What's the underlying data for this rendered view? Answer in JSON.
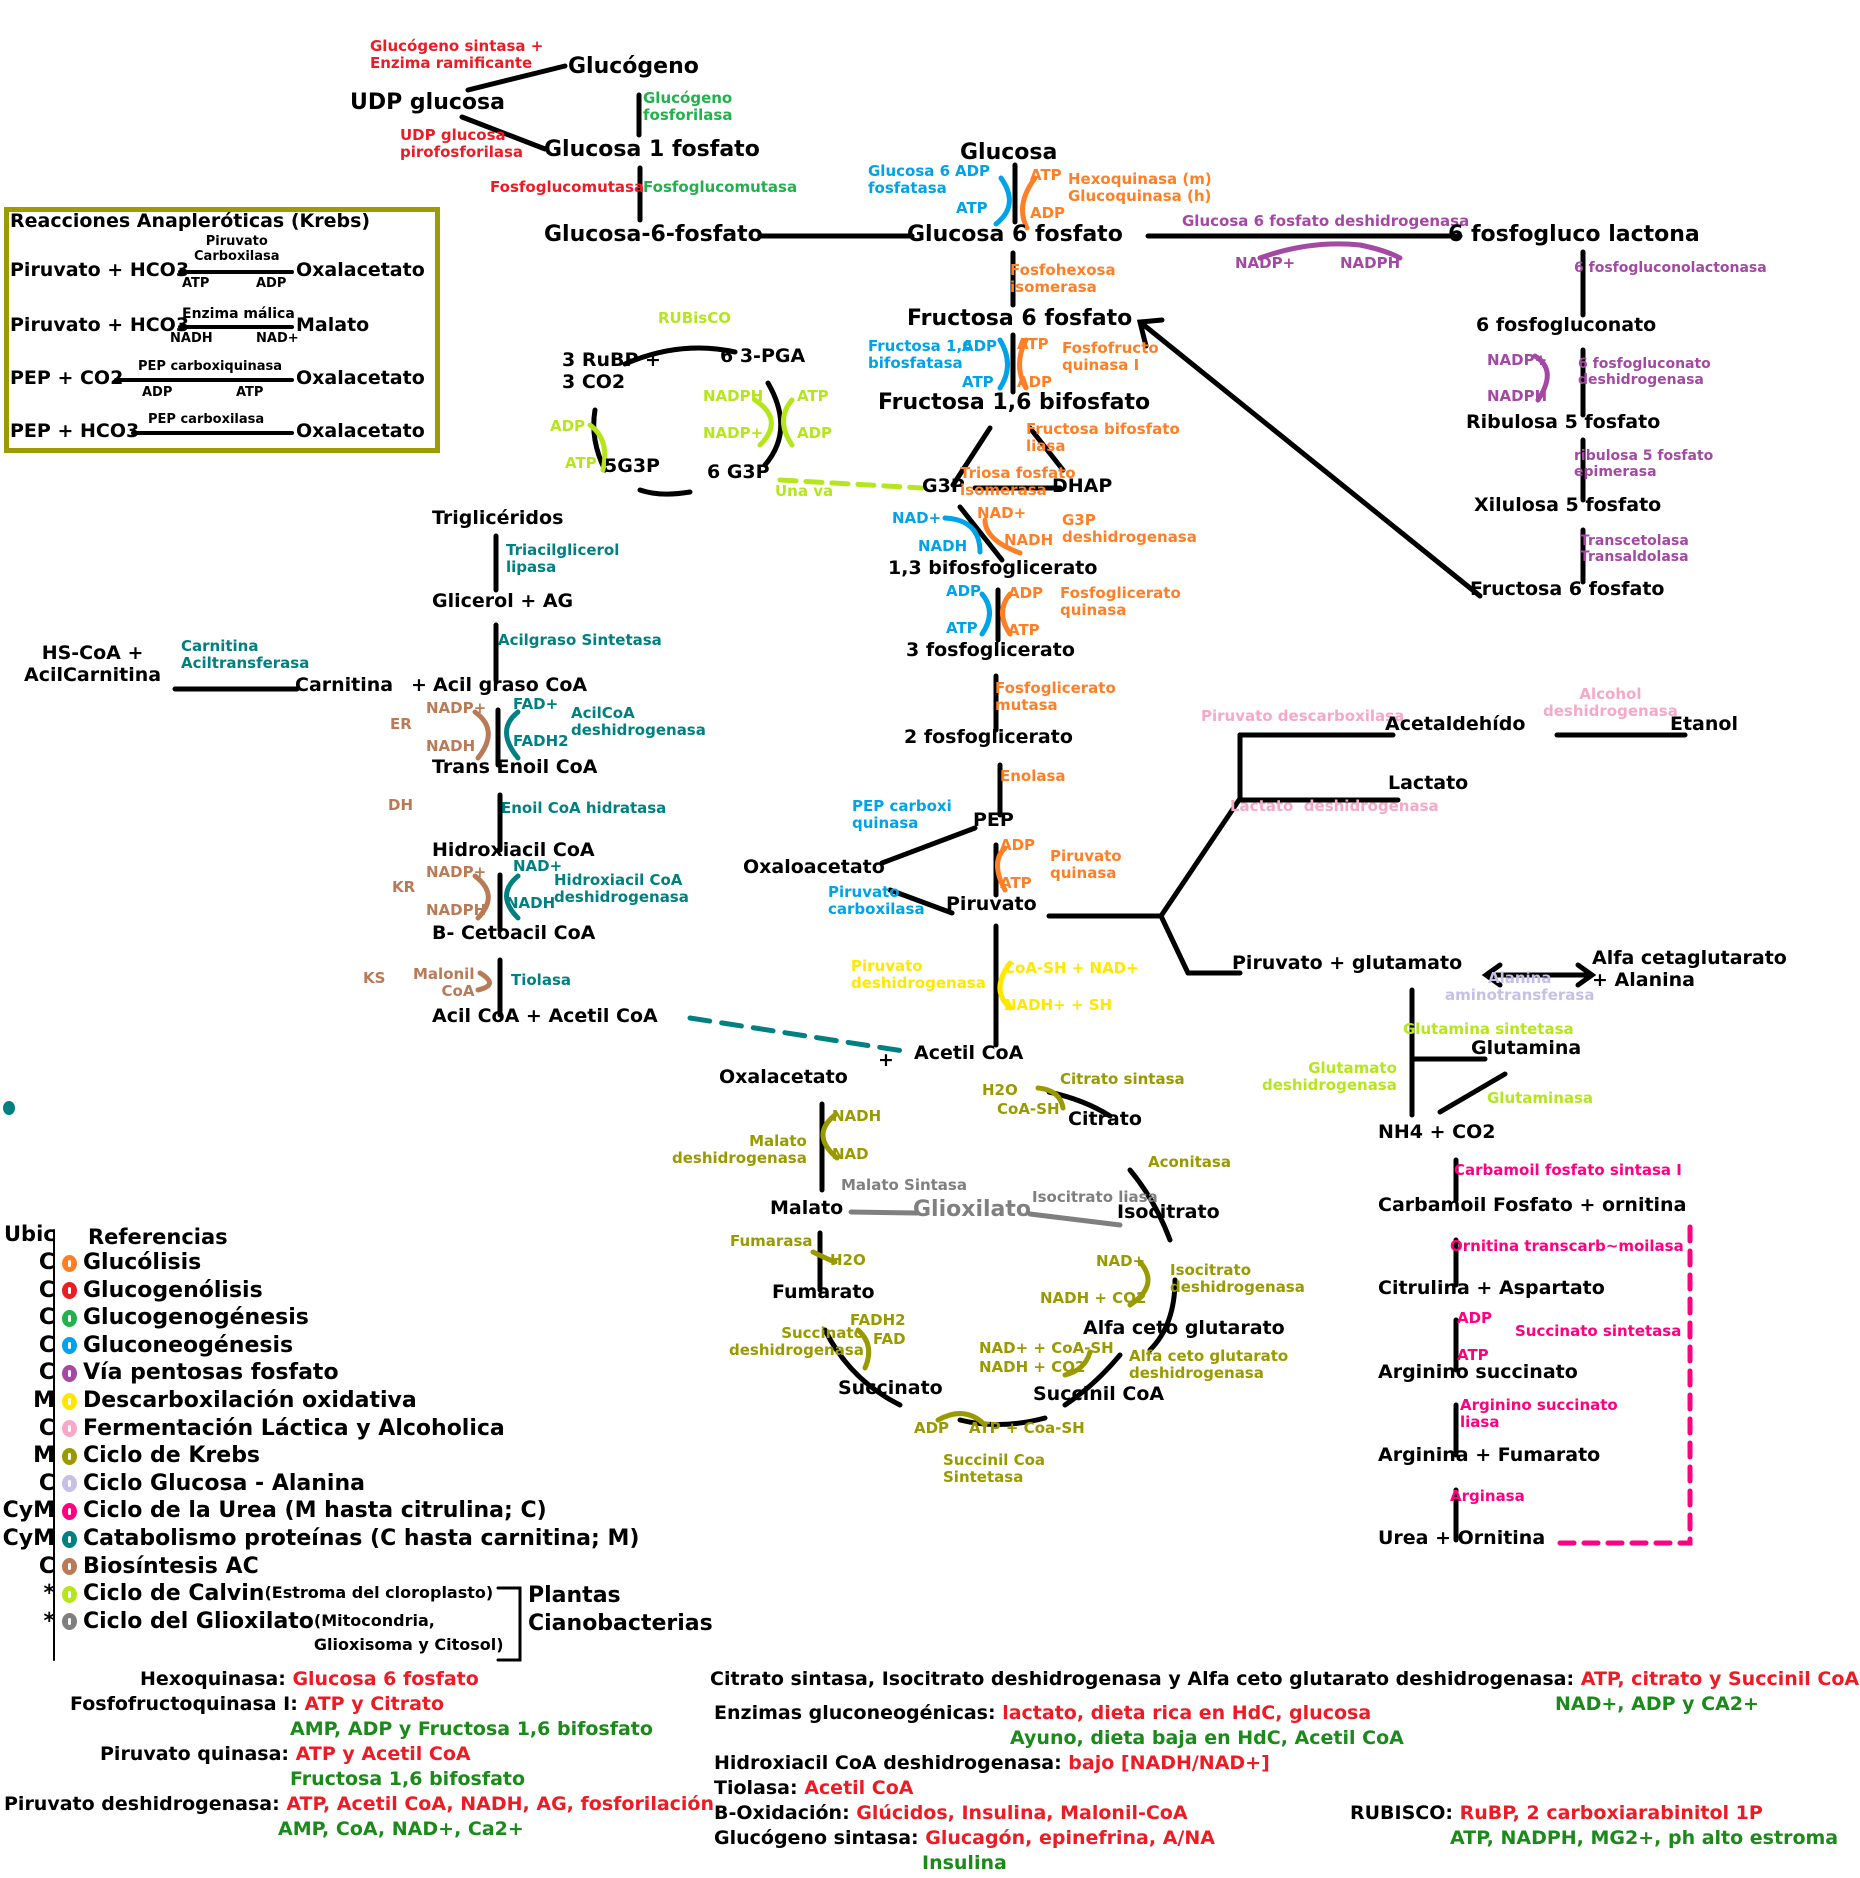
{
  "colors": {
    "glucolisis": "#ff7f27",
    "glucogenolisis": "#ed1c24",
    "glucogenogenesis": "#22b14c",
    "gluconeogenesis": "#00a2e8",
    "pentosas": "#a349a4",
    "descarboxilacion": "#ffe800",
    "fermentacion": "#f7a8c8",
    "krebs": "#999900",
    "glucosa_alanina": "#c8bfe7",
    "urea": "#ff0080",
    "catabolismo": "#008080",
    "biosintesis_ac": "#b97a57",
    "calvin": "#b5e61d",
    "glioxilato": "#7f7f7f",
    "regulation_inhibit": "#ed1c24",
    "regulation_activate": "#1b8a1b"
  },
  "glycogen": {
    "glucogeno": "Glucógeno",
    "udp_glucosa": "UDP glucosa",
    "glucosa_1_fosfato": "Glucosa 1 fosfato",
    "glucosa_6_fosfato_left": "Glucosa-6-fosfato",
    "enz_sintasa": "Glucógeno sintasa +\nEnzima ramificante",
    "enz_pirofosforilasa": "UDP glucosa\npirofosforilasa",
    "enz_fosforilasa": "Glucógeno\nfosforilasa",
    "enz_fosfoglucomutasa_red": "Fosfoglucomutasa",
    "enz_fosfoglucomutasa_green": "Fosfoglucomutasa"
  },
  "anaplerotic": {
    "title": "Reacciones Anapleróticas (Krebs)",
    "rows": [
      {
        "left": "Piruvato + HCO3",
        "enzyme": "Piruvato\nCarboxilasa",
        "cof_left": "ATP",
        "cof_right": "ADP",
        "right": "Oxalacetato"
      },
      {
        "left": "Piruvato + HCO3",
        "enzyme": "Enzima málica",
        "cof_left": "NADH",
        "cof_right": "NAD+",
        "right": "Malato"
      },
      {
        "left": "PEP + CO2",
        "enzyme": "PEP carboxiquinasa",
        "cof_left": "ADP",
        "cof_right": "ATP",
        "right": "Oxalacetato"
      },
      {
        "left": "PEP + HCO3",
        "enzyme": "PEP carboxilasa",
        "cof_left": "",
        "cof_right": "",
        "right": "Oxalacetato"
      }
    ]
  },
  "glycolysis": {
    "glucosa": "Glucosa",
    "glucosa_6_fosfato": "Glucosa 6 fosfato",
    "fructosa_6_fosfato": "Fructosa 6 fosfato",
    "fructosa_16_bifosfato": "Fructosa 1,6 bifosfato",
    "g3p": "G3P",
    "dhap": "DHAP",
    "bpg13": "1,3 bifosfoglicerato",
    "pg3": "3 fosfoglicerato",
    "pg2": "2 fosfoglicerato",
    "pep": "PEP",
    "oxaloacetato": "Oxaloacetato",
    "piruvato": "Piruvato",
    "enz_g6pasa": "Glucosa 6\nfosfatasa",
    "enz_hexoquinasa": "Hexoquinasa (m)\nGlucoquinasa (h)",
    "enz_fosfohexosa": "Fosfohexosa\nisomerasa",
    "enz_f16bpasa": "Fructosa 1,6\nbifosfatasa",
    "enz_pfk": "Fosfofructo\nquinasa I",
    "enz_aldolasa": "Fructosa bifosfato\nliasa",
    "enz_tpi": "Triosa fosfato\nisomerasa",
    "enz_g3pdh": "G3P\ndeshidrogenasa",
    "enz_pgk": "Fosfoglicerato\nquinasa",
    "enz_pgm": "Fosfoglicerato\nmutasa",
    "enz_enolasa": "Enolasa",
    "enz_pepck": "PEP carboxi\nquinasa",
    "enz_pk": "Piruvato\nquinasa",
    "enz_pc": "Piruvato\ncarboxilasa",
    "cof": {
      "adp": "ADP",
      "atp": "ATP",
      "nad_plus": "NAD+",
      "nadh": "NADH"
    }
  },
  "pentose": {
    "enz_g6pdh": "Glucosa 6 fosfato deshidrogenasa",
    "nadp_plus": "NADP+",
    "nadph": "NADPH",
    "lactona": "6 fosfogluco lactona",
    "enz_lactonasa": "6 fosfogluconolactonasa",
    "gluconato": "6 fosfogluconato",
    "enz_6pgdh": "6 fosfogluconato\ndeshidrogenasa",
    "ribulosa": "Ribulosa 5 fosfato",
    "enz_epimerasa": "ribulosa 5 fosfato\nepimerasa",
    "xilulosa": "Xilulosa 5 fosfato",
    "enz_transcet": "Transcetolasa\nTransaldolasa",
    "fructosa6p": "Fructosa 6 fosfato"
  },
  "calvin": {
    "rubisco": "RUBisCO",
    "rubp": "3 RuBP +\n3 CO2",
    "pga": "6 3-PGA",
    "g3p5": "5G3P",
    "g3p6": "6 G3P",
    "nadph": "NADPH",
    "nadp_plus": "NADP+",
    "atp": "ATP",
    "adp": "ADP",
    "una_va": "Una va"
  },
  "beta_ox": {
    "trigliceridos": "Triglicéridos",
    "enz_tag_lipasa": "Triacilglicerol\nlipasa",
    "glicerol_ag": "Glicerol + AG",
    "enz_acilgraso_sintetasa": "Acilgraso Sintetasa",
    "hs_coa": "HS-CoA +\nAcilCarnitina",
    "enz_cat": "Carnitina\nAciltransferasa",
    "carnitina": "Carnitina",
    "plus": "+",
    "acil_graso_coa": "Acil graso CoA",
    "er": "ER",
    "dh": "DH",
    "kr": "KR",
    "ks": "KS",
    "nadp_plus": "NADP+",
    "nadh": "NADH",
    "nadph": "NADPH",
    "fad_plus": "FAD+",
    "fadh2": "FADH2",
    "enz_acilcoa_dh": "AcilCoA\ndeshidrogenasa",
    "trans_enoil": "Trans Enoil CoA",
    "enz_hidratasa": "Enoil CoA hidratasa",
    "hidroxiacil": "Hidroxiacil CoA",
    "nad_plus": "NAD+",
    "enz_hidroxiacil_dh": "Hidroxiacil CoA\ndeshidrogenasa",
    "cetoacil": "B- Cetoacil CoA",
    "malonil": "Malonil\nCoA",
    "enz_tiolasa": "Tiolasa",
    "acil_acetil": "Acil CoA + Acetil CoA"
  },
  "fermentation": {
    "enz_pdc": "Piruvato descarboxilasa",
    "acetaldehido": "Acetaldehído",
    "enz_adh": "Alcohol\ndeshidrogenasa",
    "etanol": "Etanol",
    "lactato": "Lactato",
    "enz_ldh": "Lactato  deshidrogenasa"
  },
  "pdh": {
    "enz": "Piruvato\ndeshidrogenasa",
    "cof_in": "CoA-SH + NAD+",
    "cof_out": "NADH+ + SH",
    "acetil_coa": "Acetil CoA",
    "plus": "+"
  },
  "krebs": {
    "oxalacetato": "Oxalacetato",
    "citrato": "Citrato",
    "isocitrato": "Isocitrato",
    "alfa_kg": "Alfa ceto glutarato",
    "succinil_coa": "Succinil CoA",
    "succinato": "Succinato",
    "fumarato": "Fumarato",
    "malato": "Malato",
    "glioxilato": "Glioxilato",
    "enz_citrato_sintasa": "Citrato sintasa",
    "h2o": "H2O",
    "coa_sh": "CoA-SH",
    "enz_aconitasa": "Aconitasa",
    "enz_isocitrato_dh": "Isocitrato\ndeshidrogenasa",
    "nad_plus": "NAD+",
    "nadh_co2": "NADH + CO2",
    "enz_akg_dh": "Alfa ceto glutarato\ndeshidrogenasa",
    "nad_coash": "NAD+ + CoA-SH",
    "nadh_co2_b": "NADH + CO2",
    "adp": "ADP",
    "atp_coash": "ATP + Coa-SH",
    "enz_succinil_sintetasa": "Succinil Coa\nSintetasa",
    "fadh2": "FADH2",
    "fad": "FAD",
    "enz_succinato_dh": "Succinato\ndeshidrogenasa",
    "enz_fumarasa": "Fumarasa",
    "h2o_b": "H2O",
    "nadh": "NADH",
    "nad": "NAD",
    "enz_malato_dh": "Malato\ndeshidrogenasa",
    "enz_malato_sintasa": "Malato Sintasa",
    "enz_isocitrato_liasa": "Isocitrato liasa"
  },
  "urea": {
    "pir_glu": "Piruvato + glutamato",
    "akg_ala": "Alfa cetaglutarato\n+ Alanina",
    "enz_alt": "Alanina\naminotransferasa",
    "enz_gs": "Glutamina sintetasa",
    "glutamina": "Glutamina",
    "enz_gdh": "Glutamato\ndeshidrogenasa",
    "enz_glutaminasa": "Glutaminasa",
    "nh4": "NH4 + CO2",
    "enz_cps": "Carbamoil fosfato sintasa I",
    "carbamoil": "Carbamoil Fosfato + ornitina",
    "enz_otc": "Ornitina transcarb~moilasa",
    "citrulina": "Citrulina + Aspartato",
    "adp": "ADP",
    "atp": "ATP",
    "enz_succ_sint": "Succinato sintetasa",
    "arginino_succ": "Arginino succinato",
    "enz_as_liasa": "Arginino succinato\nliasa",
    "arginina": "Arginina + Fumarato",
    "enz_arginasa": "Arginasa",
    "urea_ornitina": "Urea + Ornitina"
  },
  "legend": {
    "col_ubic": "Ubic",
    "col_ref": "Referencias",
    "items": [
      {
        "ubic": "C",
        "color": "#ff7f27",
        "label": "Glucólisis"
      },
      {
        "ubic": "C",
        "color": "#ed1c24",
        "label": "Glucogenólisis"
      },
      {
        "ubic": "C",
        "color": "#22b14c",
        "label": "Glucogenogénesis"
      },
      {
        "ubic": "C",
        "color": "#00a2e8",
        "label": "Gluconeogénesis"
      },
      {
        "ubic": "C",
        "color": "#a349a4",
        "label": "Vía pentosas fosfato"
      },
      {
        "ubic": "M",
        "color": "#ffe800",
        "label": "Descarboxilación oxidativa"
      },
      {
        "ubic": "C",
        "color": "#f7a8c8",
        "label": "Fermentación Láctica y Alcoholica"
      },
      {
        "ubic": "M",
        "color": "#999900",
        "label": "Ciclo de Krebs"
      },
      {
        "ubic": "C",
        "color": "#c8bfe7",
        "label": "Ciclo Glucosa - Alanina"
      },
      {
        "ubic": "CyM",
        "color": "#ff0080",
        "label": "Ciclo de la Urea (M hasta citrulina; C)"
      },
      {
        "ubic": "CyM",
        "color": "#008080",
        "label": "Catabolismo proteínas (C hasta carnitina; M)"
      },
      {
        "ubic": "C",
        "color": "#b97a57",
        "label": "Biosíntesis AC"
      },
      {
        "ubic": "*",
        "color": "#b5e61d",
        "label": "Ciclo de Calvin",
        "note": "(Estroma del cloroplasto)"
      },
      {
        "ubic": "*",
        "color": "#7f7f7f",
        "label": "Ciclo del Glioxilato",
        "note": "(Mitocondria,\nGlioxisoma y Citosol)"
      }
    ],
    "plants": "Plantas\nCianobacterias"
  },
  "regulation_left": [
    {
      "enzyme": "Hexoquinasa:",
      "inhibitors": "Glucosa 6 fosfato",
      "activators": ""
    },
    {
      "enzyme": "Fosfofructoquinasa I:",
      "inhibitors": "ATP y Citrato",
      "activators": "AMP, ADP y Fructosa 1,6 bifosfato"
    },
    {
      "enzyme": "Piruvato quinasa:",
      "inhibitors": "ATP y Acetil CoA",
      "activators": "Fructosa 1,6 bifosfato"
    },
    {
      "enzyme": "Piruvato deshidrogenasa:",
      "inhibitors": "ATP, Acetil CoA, NADH, AG, fosforilación",
      "activators": "AMP, CoA, NAD+, Ca2+"
    }
  ],
  "regulation_right": [
    {
      "enzyme": "Citrato sintasa, Isocitrato deshidrogenasa y Alfa ceto glutarato deshidrogenasa:",
      "inhibitors": "ATP, citrato y Succinil CoA",
      "activators": "NAD+, ADP y CA2+"
    },
    {
      "enzyme": "Enzimas gluconeogénicas:",
      "inhibitors": "lactato, dieta rica en HdC, glucosa",
      "activators": "Ayuno, dieta baja en HdC, Acetil CoA"
    },
    {
      "enzyme": "Hidroxiacil CoA deshidrogenasa:",
      "inhibitors": "bajo [NADH/NAD+]",
      "activators": ""
    },
    {
      "enzyme": "Tiolasa:",
      "inhibitors": "Acetil CoA",
      "activators": ""
    },
    {
      "enzyme": "B-Oxidación:",
      "inhibitors": "Glúcidos, Insulina, Malonil-CoA",
      "activators": ""
    },
    {
      "enzyme": "Glucógeno sintasa:",
      "inhibitors": "Glucagón, epinefrina, A/NA",
      "activators": "Insulina"
    },
    {
      "enzyme": "RUBISCO:",
      "inhibitors": "RuBP, 2 carboxiarabinitol 1P",
      "activators": "ATP, NADPH, MG2+, ph alto estroma"
    }
  ]
}
